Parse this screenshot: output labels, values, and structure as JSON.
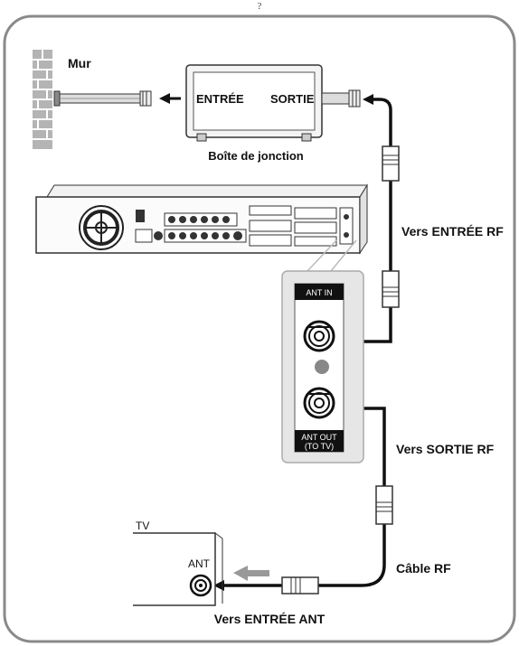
{
  "header": {
    "page_number": "?"
  },
  "labels": {
    "wall": "Mur",
    "box_in": "ENTRÉE",
    "box_out": "SORTIE",
    "junction_box": "Boîte de jonction",
    "to_rf_in": "Vers ENTRÉE RF",
    "to_rf_out": "Vers SORTIE RF",
    "ant_in": "ANT IN",
    "ant_out_line1": "ANT OUT",
    "ant_out_line2": "(TO TV)",
    "tv": "TV",
    "tv_ant": "ANT",
    "rf_cable": "Câble RF",
    "to_ant_in": "Vers ENTRÉE ANT"
  },
  "colors": {
    "frame": "#8a8a8a",
    "cable": "#111111",
    "panel": "#e6e6e6",
    "wall": "#b4b4b4"
  }
}
